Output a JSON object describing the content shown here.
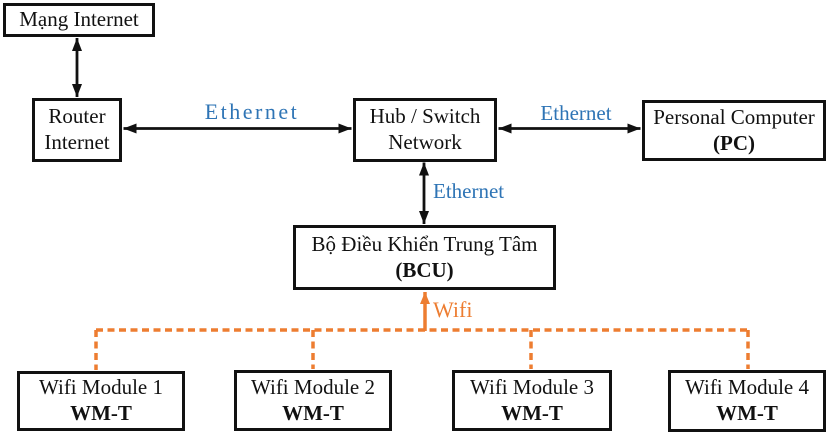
{
  "colors": {
    "ethernet_blue": "#2E74B5",
    "wifi_orange": "#ED7D31",
    "wire_black": "#111111"
  },
  "nodes": {
    "internet": {
      "label": "Mạng Internet"
    },
    "router": {
      "line1": "Router",
      "line2": "Internet"
    },
    "hub": {
      "line1": "Hub / Switch",
      "line2": "Network"
    },
    "pc": {
      "name": "Personal Computer",
      "code": "(PC)"
    },
    "bcu": {
      "name": "Bộ Điều Khiển Trung Tâm",
      "code": "(BCU)"
    }
  },
  "wifi_modules": [
    {
      "name": "Wifi Module 1",
      "code": "WM-T"
    },
    {
      "name": "Wifi Module 2",
      "code": "WM-T"
    },
    {
      "name": "Wifi Module 3",
      "code": "WM-T"
    },
    {
      "name": "Wifi Module 4",
      "code": "WM-T"
    }
  ],
  "edge_labels": {
    "router_hub": "Ethernet",
    "hub_pc": "Ethernet",
    "hub_bcu": "Ethernet",
    "bcu_modules": "Wifi"
  }
}
